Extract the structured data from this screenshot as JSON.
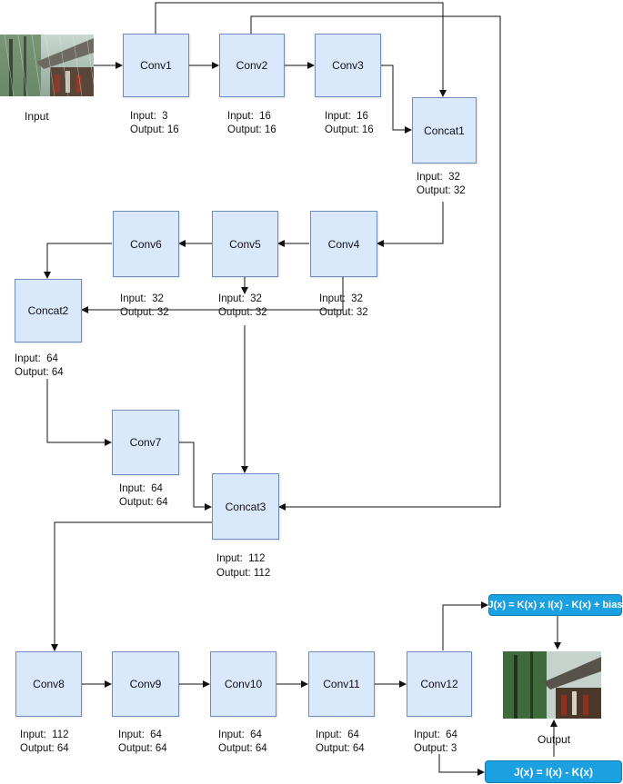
{
  "nodes": {
    "conv1": "Conv1",
    "conv2": "Conv2",
    "conv3": "Conv3",
    "concat1": "Concat1",
    "conv4": "Conv4",
    "conv5": "Conv5",
    "conv6": "Conv6",
    "concat2": "Concat2",
    "conv7": "Conv7",
    "concat3": "Concat3",
    "conv8": "Conv8",
    "conv9": "Conv9",
    "conv10": "Conv10",
    "conv11": "Conv11",
    "conv12": "Conv12"
  },
  "specs": {
    "conv1": {
      "input": "Input:  3",
      "output": "Output: 16"
    },
    "conv2": {
      "input": "Input:  16",
      "output": "Output: 16"
    },
    "conv3": {
      "input": "Input:  16",
      "output": "Output: 16"
    },
    "concat1": {
      "input": "Input:  32",
      "output": "Output: 32"
    },
    "conv4": {
      "input": "Input:  32",
      "output": "Output: 32"
    },
    "conv5": {
      "input": "Input:  32",
      "output": "Output: 32"
    },
    "conv6": {
      "input": "Input:  32",
      "output": "Output: 32"
    },
    "concat2": {
      "input": "Input:  64",
      "output": "Output: 64"
    },
    "conv7": {
      "input": "Input:  64",
      "output": "Output: 64"
    },
    "concat3": {
      "input": "Input:  112",
      "output": "Output: 112"
    },
    "conv8": {
      "input": "Input:  112",
      "output": "Output: 64"
    },
    "conv9": {
      "input": "Input:  64",
      "output": "Output: 64"
    },
    "conv10": {
      "input": "Input:  64",
      "output": "Output: 64"
    },
    "conv11": {
      "input": "Input:  64",
      "output": "Output: 64"
    },
    "conv12": {
      "input": "Input:  64",
      "output": "Output: 3"
    }
  },
  "input_label": "Input",
  "output_label": "Output",
  "formula_top": "J(x) = K(x) x I(x) - K(x) + bias",
  "formula_bottom": "J(x) = I(x) - K(x)",
  "colors": {
    "node_fill": "#dae8fc",
    "node_border": "#6c8ebf",
    "formula_fill": "#1ba1e2"
  }
}
